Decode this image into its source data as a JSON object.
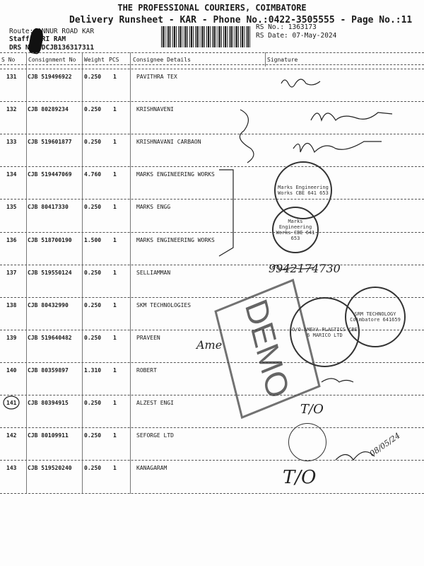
{
  "header": {
    "company": "THE PROFESSIONAL COURIERS, COIMBATORE",
    "title": "Delivery Runsheet - KAR - Phone No.:0422-3505555 - Page No.:11",
    "route": "Route: ANNUR ROAD KAR",
    "staff": "Staff: SRI RAM",
    "drs": "DRS No: DCJB136317311",
    "rs_no": "RS No.: 1363173",
    "rs_date": "RS Date: 07-May-2024"
  },
  "columns": [
    "S No",
    "Consignment No",
    "Weight",
    "PCS",
    "Consignee Details",
    "Signature"
  ],
  "rows": [
    {
      "sno": "131",
      "cn": "CJB 519496922",
      "wt": "0.250",
      "pcs": "1",
      "consignee": "PAVITHRA TEX"
    },
    {
      "sno": "132",
      "cn": "CJB 80289234",
      "wt": "0.250",
      "pcs": "1",
      "consignee": "KRISHNAVENI"
    },
    {
      "sno": "133",
      "cn": "CJB 519601877",
      "wt": "0.250",
      "pcs": "1",
      "consignee": "KRISHNAVANI CARBAON"
    },
    {
      "sno": "134",
      "cn": "CJB 519447069",
      "wt": "4.760",
      "pcs": "1",
      "consignee": "MARKS ENGINEERING WORKS"
    },
    {
      "sno": "135",
      "cn": "CJB 80417330",
      "wt": "0.250",
      "pcs": "1",
      "consignee": "MARKS ENGG"
    },
    {
      "sno": "136",
      "cn": "CJB 518700190",
      "wt": "1.500",
      "pcs": "1",
      "consignee": "MARKS ENGINEERING WORKS"
    },
    {
      "sno": "137",
      "cn": "CJB 519550124",
      "wt": "0.250",
      "pcs": "1",
      "consignee": "SELLIAMMAN"
    },
    {
      "sno": "138",
      "cn": "CJB 80432990",
      "wt": "0.250",
      "pcs": "1",
      "consignee": "SKM TECHNOLOGIES"
    },
    {
      "sno": "139",
      "cn": "CJB 519640482",
      "wt": "0.250",
      "pcs": "1",
      "consignee": "PRAVEEN"
    },
    {
      "sno": "140",
      "cn": "CJB 80359897",
      "wt": "1.310",
      "pcs": "1",
      "consignee": "ROBERT"
    },
    {
      "sno": "141",
      "cn": "CJB 80394915",
      "wt": "0.250",
      "pcs": "1",
      "consignee": "ALZEST ENGI"
    },
    {
      "sno": "142",
      "cn": "CJB 80109911",
      "wt": "0.250",
      "pcs": "1",
      "consignee": "SEFORGE LTD"
    },
    {
      "sno": "143",
      "cn": "CJB 519520240",
      "wt": "0.250",
      "pcs": "1",
      "consignee": "KANAGARAM"
    }
  ],
  "stamps": {
    "demo": "DEMO",
    "marks": "Marks Engineering Works CBE 641 653",
    "ameya": "O/O AMEYA PLASTICS CBE 6 MARICO LTD",
    "srm": "SRM TECHNOLOGY Coimbatore 641659"
  },
  "handwriting": {
    "phone": "9942174730",
    "to1": "T/O",
    "to2": "T/O",
    "ame": "Ame",
    "date": "08/05/24"
  }
}
